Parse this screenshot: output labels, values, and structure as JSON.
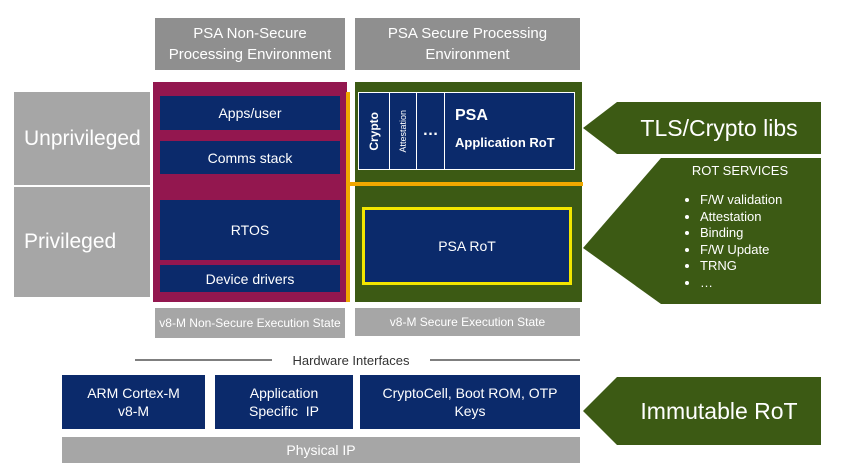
{
  "env_headers": {
    "non_secure": "PSA Non-Secure Processing Environment",
    "secure": "PSA Secure Processing Environment"
  },
  "privilege": {
    "unprivileged": "Unprivileged",
    "privileged": "Privileged"
  },
  "non_secure_boxes": {
    "apps": "Apps/user",
    "comms": "Comms stack",
    "rtos": "RTOS",
    "drivers": "Device drivers"
  },
  "secure_boxes": {
    "crypto": "Crypto",
    "attestation": "Attestation",
    "ellipsis": "…",
    "psa": "PSA",
    "app_rot": "Application RoT",
    "psa_rot": "PSA RoT"
  },
  "execution_states": {
    "non_secure": "v8-M Non-Secure Execution State",
    "secure": "v8-M Secure Execution State"
  },
  "callouts": {
    "tls": "TLS/Crypto libs",
    "immutable": "Immutable RoT"
  },
  "rot_services": {
    "title": "ROT SERVICES",
    "items": [
      "F/W validation",
      "Attestation",
      "Binding",
      "F/W Update",
      "TRNG",
      "…"
    ]
  },
  "hardware": {
    "interfaces_label": "Hardware Interfaces",
    "cortex_line1": "ARM Cortex-M",
    "cortex_line2": "v8-M",
    "app_ip_line1": "Application",
    "app_ip_line2": "Specific  IP",
    "cryptocell_line1": "CryptoCell, Boot ROM, OTP",
    "cryptocell_line2": "Keys",
    "physical_ip": "Physical IP"
  },
  "colors": {
    "gray": "#8f8f8f",
    "navy": "#0b2a6b",
    "magenta": "#93174f",
    "green": "#3c5a14",
    "gold": "#f0a800",
    "yellow": "#f2e600"
  }
}
